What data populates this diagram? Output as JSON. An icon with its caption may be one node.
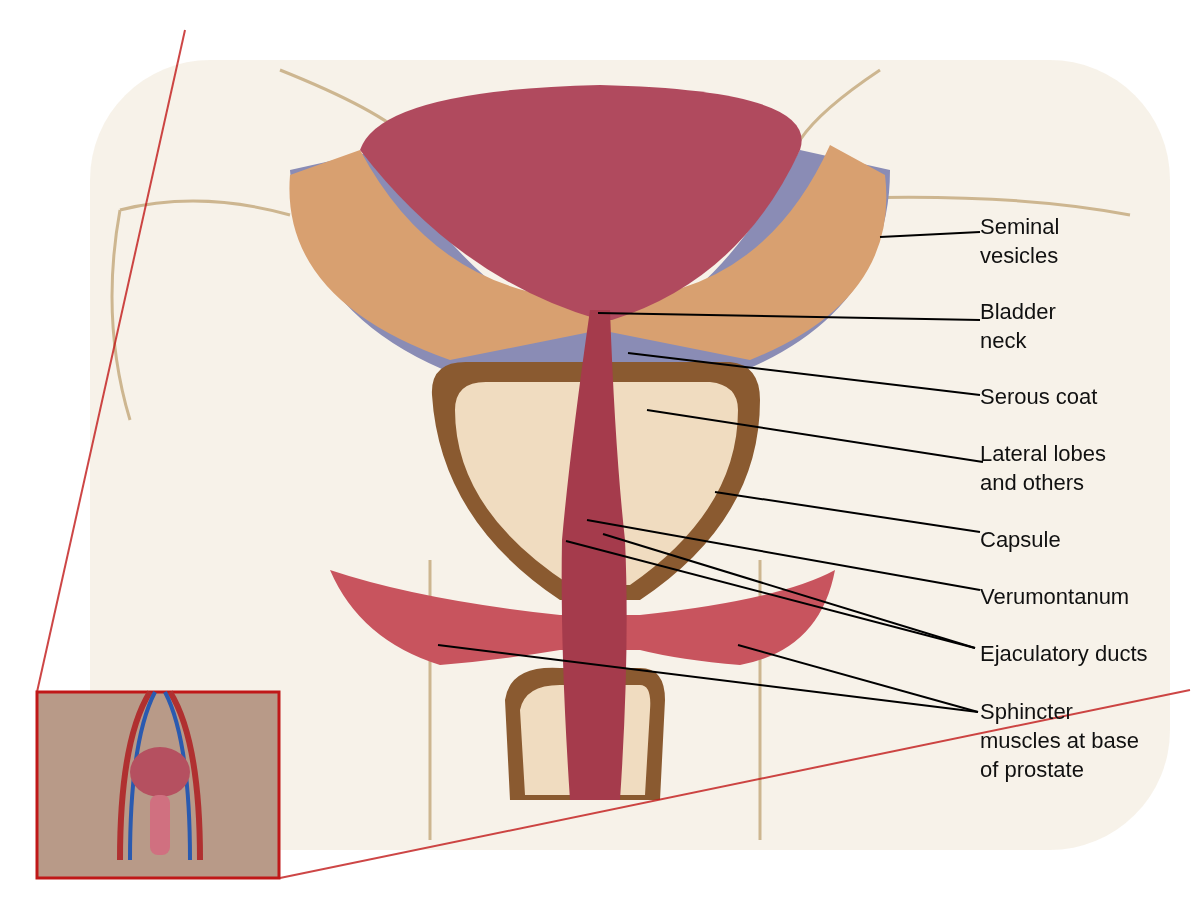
{
  "diagram": {
    "nodes": [
      {
        "text": [
          "Seminal vesicles"
        ]
      },
      {
        "text": [
          "Bladder neck"
        ]
      },
      {
        "text": [
          "Serous coat"
        ]
      },
      {
        "text": [
          "Lateral lobes and others"
        ]
      },
      {
        "text": [
          "Capsule"
        ]
      },
      {
        "text": [
          "Verumontanum"
        ]
      },
      {
        "text": [
          "Ejaculatory ducts"
        ]
      },
      {
        "text": [
          "Sphincter muscles at base of prostate"
        ]
      }
    ],
    "edges": [
      {
        "from": 0,
        "to": null,
        "arrow": "none"
      },
      {
        "from": 1,
        "to": null,
        "arrow": "none"
      },
      {
        "from": 2,
        "to": null,
        "arrow": "none"
      },
      {
        "from": 3,
        "to": null,
        "arrow": "none"
      },
      {
        "from": 4,
        "to": null,
        "arrow": "none"
      },
      {
        "from": 5,
        "to": null,
        "arrow": "none"
      },
      {
        "from": 6,
        "to": null,
        "arrow": "none"
      },
      {
        "from": 6,
        "to": null,
        "arrow": "none"
      },
      {
        "from": 7,
        "to": null,
        "arrow": "none"
      },
      {
        "from": 7,
        "to": null,
        "arrow": "none"
      }
    ]
  }
}
